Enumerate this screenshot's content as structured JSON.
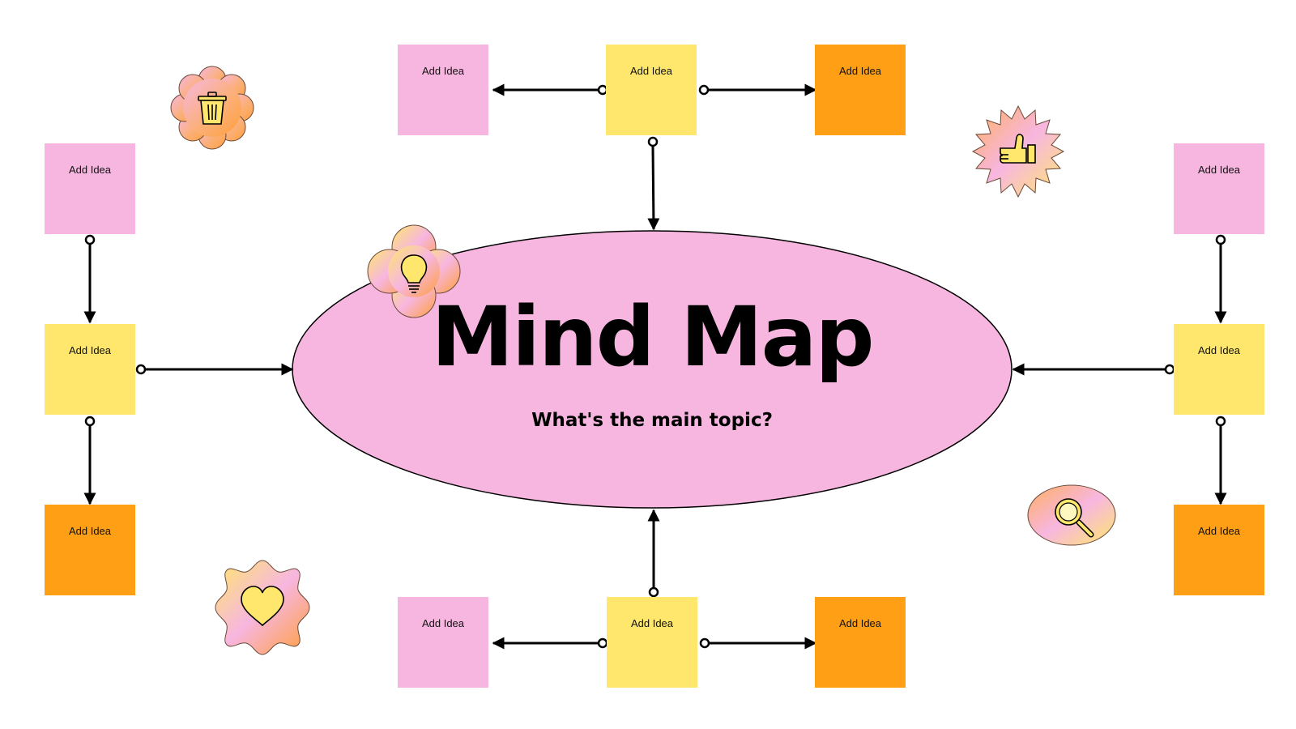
{
  "colors": {
    "pink": "#f7b6e0",
    "yellow": "#fee76c",
    "orange": "#ff9f16",
    "ink": "#000000"
  },
  "topic": {
    "title": "Mind Map",
    "subtitle": "What's the main topic?"
  },
  "notes": {
    "top_left": "Add Idea",
    "top_center": "Add Idea",
    "top_right": "Add Idea",
    "left_top": "Add Idea",
    "left_middle": "Add Idea",
    "left_bottom": "Add Idea",
    "right_top": "Add Idea",
    "right_middle": "Add Idea",
    "right_bottom": "Add Idea",
    "bottom_left": "Add Idea",
    "bottom_center": "Add Idea",
    "bottom_right": "Add Idea"
  },
  "stickers": [
    "trash-icon",
    "lightbulb-icon",
    "thumbs-up-icon",
    "heart-icon",
    "magnifier-icon"
  ]
}
